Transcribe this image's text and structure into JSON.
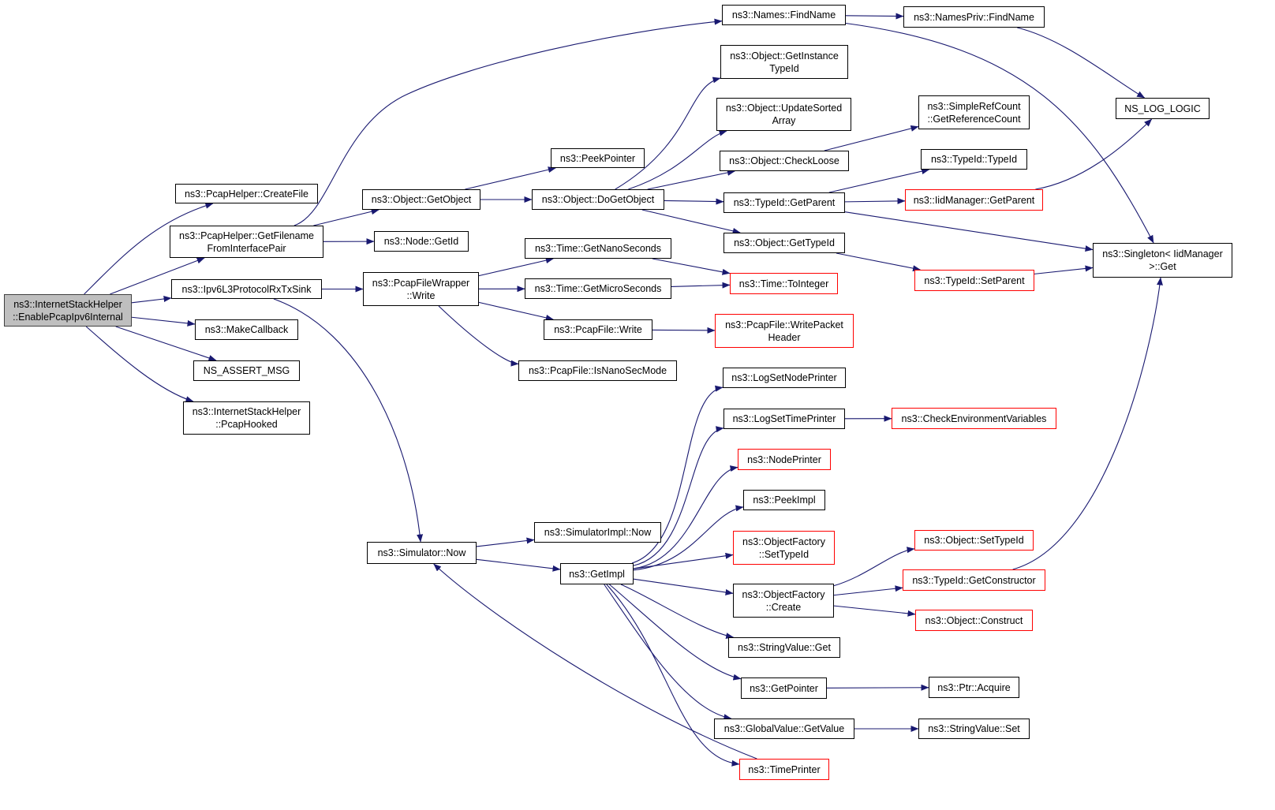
{
  "colors": {
    "edge": "#191970",
    "border": "#000000",
    "truncated_border": "#ff0000",
    "root_fill": "#bfbfbf",
    "fill": "#ffffff"
  },
  "nodes": {
    "root": {
      "lines": [
        "ns3::InternetStackHelper",
        "::EnablePcapIpv6Internal"
      ],
      "root": true
    },
    "pcap_create": {
      "lines": [
        "ns3::PcapHelper::CreateFile"
      ]
    },
    "pcap_getfilename": {
      "lines": [
        "ns3::PcapHelper::GetFilename",
        "FromInterfacePair"
      ]
    },
    "ipv6rx": {
      "lines": [
        "ns3::Ipv6L3ProtocolRxTxSink"
      ]
    },
    "makecallback": {
      "lines": [
        "ns3::MakeCallback"
      ]
    },
    "assert_msg": {
      "lines": [
        "NS_ASSERT_MSG"
      ]
    },
    "pcaphooked": {
      "lines": [
        "ns3::InternetStackHelper",
        "::PcapHooked"
      ]
    },
    "getobject": {
      "lines": [
        "ns3::Object::GetObject"
      ]
    },
    "node_getid": {
      "lines": [
        "ns3::Node::GetId"
      ]
    },
    "pfw_write": {
      "lines": [
        "ns3::PcapFileWrapper",
        "::Write"
      ]
    },
    "sim_now": {
      "lines": [
        "ns3::Simulator::Now"
      ]
    },
    "names_findname": {
      "lines": [
        "ns3::Names::FindName"
      ]
    },
    "peekpointer": {
      "lines": [
        "ns3::PeekPointer"
      ]
    },
    "dogetobject": {
      "lines": [
        "ns3::Object::DoGetObject"
      ]
    },
    "getnano": {
      "lines": [
        "ns3::Time::GetNanoSeconds"
      ]
    },
    "getmicro": {
      "lines": [
        "ns3::Time::GetMicroSeconds"
      ]
    },
    "pcapfile_write": {
      "lines": [
        "ns3::PcapFile::Write"
      ]
    },
    "isnanosec": {
      "lines": [
        "ns3::PcapFile::IsNanoSecMode"
      ]
    },
    "simimpl_now": {
      "lines": [
        "ns3::SimulatorImpl::Now"
      ]
    },
    "getimpl": {
      "lines": [
        "ns3::GetImpl"
      ]
    },
    "namespriv": {
      "lines": [
        "ns3::NamesPriv::FindName"
      ]
    },
    "getinstancetypeid": {
      "lines": [
        "ns3::Object::GetInstance",
        "TypeId"
      ]
    },
    "updatesorted": {
      "lines": [
        "ns3::Object::UpdateSorted",
        "Array"
      ]
    },
    "checkloose": {
      "lines": [
        "ns3::Object::CheckLoose"
      ]
    },
    "typeid_getparent": {
      "lines": [
        "ns3::TypeId::GetParent"
      ]
    },
    "obj_gettypeid": {
      "lines": [
        "ns3::Object::GetTypeId"
      ]
    },
    "tointeger": {
      "lines": [
        "ns3::Time::ToInteger"
      ],
      "truncated": true
    },
    "writepacketheader": {
      "lines": [
        "ns3::PcapFile::WritePacket",
        "Header"
      ],
      "truncated": true
    },
    "lognodeprinter": {
      "lines": [
        "ns3::LogSetNodePrinter"
      ]
    },
    "logtimeprinter": {
      "lines": [
        "ns3::LogSetTimePrinter"
      ]
    },
    "nodeprinter": {
      "lines": [
        "ns3::NodePrinter"
      ],
      "truncated": true
    },
    "peekimpl": {
      "lines": [
        "ns3::PeekImpl"
      ]
    },
    "of_settypeid": {
      "lines": [
        "ns3::ObjectFactory",
        "::SetTypeId"
      ],
      "truncated": true
    },
    "of_create": {
      "lines": [
        "ns3::ObjectFactory",
        "::Create"
      ]
    },
    "stringvalue_get": {
      "lines": [
        "ns3::StringValue::Get"
      ]
    },
    "getpointer": {
      "lines": [
        "ns3::GetPointer"
      ]
    },
    "gv_getvalue": {
      "lines": [
        "ns3::GlobalValue::GetValue"
      ]
    },
    "timeprinter": {
      "lines": [
        "ns3::TimePrinter"
      ],
      "truncated": true
    },
    "simplerefcount": {
      "lines": [
        "ns3::SimpleRefCount",
        "::GetReferenceCount"
      ]
    },
    "typeid_typeid": {
      "lines": [
        "ns3::TypeId::TypeId"
      ]
    },
    "iidmanager_getparent": {
      "lines": [
        "ns3::IidManager::GetParent"
      ],
      "truncated": true
    },
    "typeid_setparent": {
      "lines": [
        "ns3::TypeId::SetParent"
      ],
      "truncated": true
    },
    "checkenv": {
      "lines": [
        "ns3::CheckEnvironmentVariables"
      ],
      "truncated": true
    },
    "obj_settypeid": {
      "lines": [
        "ns3::Object::SetTypeId"
      ],
      "truncated": true
    },
    "getconstructor": {
      "lines": [
        "ns3::TypeId::GetConstructor"
      ],
      "truncated": true
    },
    "obj_construct": {
      "lines": [
        "ns3::Object::Construct"
      ],
      "truncated": true
    },
    "ptr_acquire": {
      "lines": [
        "ns3::Ptr::Acquire"
      ]
    },
    "stringvalue_set": {
      "lines": [
        "ns3::StringValue::Set"
      ]
    },
    "ns_log_logic": {
      "lines": [
        "NS_LOG_LOGIC"
      ]
    },
    "singleton_get": {
      "lines": [
        "ns3::Singleton< IidManager",
        ">::Get"
      ]
    }
  },
  "edges": [
    [
      "root",
      "pcap_create"
    ],
    [
      "root",
      "pcap_getfilename"
    ],
    [
      "root",
      "ipv6rx"
    ],
    [
      "root",
      "makecallback"
    ],
    [
      "root",
      "assert_msg"
    ],
    [
      "root",
      "pcaphooked"
    ],
    [
      "pcap_getfilename",
      "names_findname"
    ],
    [
      "pcap_getfilename",
      "getobject"
    ],
    [
      "pcap_getfilename",
      "node_getid"
    ],
    [
      "ipv6rx",
      "pfw_write"
    ],
    [
      "ipv6rx",
      "sim_now"
    ],
    [
      "getobject",
      "peekpointer"
    ],
    [
      "getobject",
      "dogetobject"
    ],
    [
      "dogetobject",
      "getinstancetypeid"
    ],
    [
      "dogetobject",
      "updatesorted"
    ],
    [
      "dogetobject",
      "checkloose"
    ],
    [
      "dogetobject",
      "typeid_getparent"
    ],
    [
      "dogetobject",
      "obj_gettypeid"
    ],
    [
      "pfw_write",
      "getnano"
    ],
    [
      "pfw_write",
      "getmicro"
    ],
    [
      "pfw_write",
      "pcapfile_write"
    ],
    [
      "pfw_write",
      "isnanosec"
    ],
    [
      "getnano",
      "tointeger"
    ],
    [
      "getmicro",
      "tointeger"
    ],
    [
      "pcapfile_write",
      "writepacketheader"
    ],
    [
      "sim_now",
      "simimpl_now"
    ],
    [
      "sim_now",
      "getimpl"
    ],
    [
      "getimpl",
      "lognodeprinter"
    ],
    [
      "getimpl",
      "logtimeprinter"
    ],
    [
      "getimpl",
      "nodeprinter"
    ],
    [
      "getimpl",
      "peekimpl"
    ],
    [
      "getimpl",
      "of_settypeid"
    ],
    [
      "getimpl",
      "of_create"
    ],
    [
      "getimpl",
      "stringvalue_get"
    ],
    [
      "getimpl",
      "getpointer"
    ],
    [
      "getimpl",
      "gv_getvalue"
    ],
    [
      "getimpl",
      "timeprinter"
    ],
    [
      "timeprinter",
      "sim_now"
    ],
    [
      "names_findname",
      "namespriv"
    ],
    [
      "names_findname",
      "singleton_get"
    ],
    [
      "namespriv",
      "ns_log_logic"
    ],
    [
      "checkloose",
      "simplerefcount"
    ],
    [
      "typeid_getparent",
      "typeid_typeid"
    ],
    [
      "typeid_getparent",
      "iidmanager_getparent"
    ],
    [
      "typeid_getparent",
      "singleton_get"
    ],
    [
      "iidmanager_getparent",
      "ns_log_logic"
    ],
    [
      "obj_gettypeid",
      "typeid_setparent"
    ],
    [
      "typeid_setparent",
      "singleton_get"
    ],
    [
      "logtimeprinter",
      "checkenv"
    ],
    [
      "of_create",
      "obj_settypeid"
    ],
    [
      "of_create",
      "getconstructor"
    ],
    [
      "of_create",
      "obj_construct"
    ],
    [
      "getconstructor",
      "singleton_get"
    ],
    [
      "getpointer",
      "ptr_acquire"
    ],
    [
      "gv_getvalue",
      "stringvalue_set"
    ]
  ]
}
